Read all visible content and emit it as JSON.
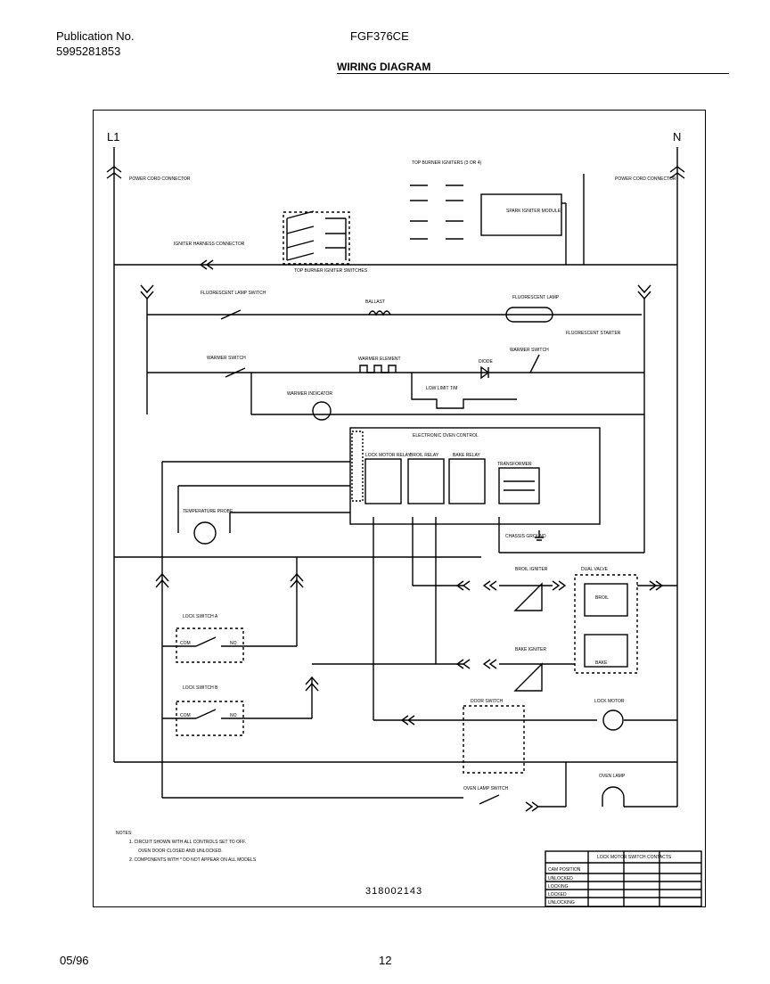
{
  "header": {
    "publication_label": "Publication No.",
    "publication_number": "5995281853",
    "model": "FGF376CE",
    "title": "WIRING DIAGRAM"
  },
  "diagram": {
    "terminals": {
      "line": "L1",
      "neutral": "N"
    },
    "labels": {
      "power_cord_connector_left": "POWER CORD CONNECTOR",
      "power_cord_connector_right": "POWER CORD CONNECTOR",
      "top_burner_igniters": "TOP BURNER IGNITERS (3 OR 4)",
      "spark_igniter_module": "SPARK IGNITER MODULE",
      "igniter_harness_connector": "IGNITER HARNESS CONNECTOR",
      "top_burner_igniter_switches": "TOP BURNER IGNITER SWITCHES",
      "fluorescent_lamp_switch": "FLUORESCENT LAMP SWITCH",
      "ballast": "BALLAST",
      "fluorescent_lamp": "FLUORESCENT LAMP",
      "fluorescent_starter": "FLUORESCENT STARTER",
      "warmer_switch": "WARMER SWITCH",
      "warmer_element": "WARMER ELEMENT",
      "diode": "DIODE",
      "warmer_switch_right": "WARMER SWITCH",
      "low_limit_tm": "LOW LIMIT T/M",
      "warmer_indicator": "WARMER INDICATOR",
      "electronic_oven_control": "ELECTRONIC OVEN CONTROL",
      "lock_motor_relay": "LOCK MOTOR RELAY",
      "broil_relay": "BROIL RELAY",
      "bake_relay": "BAKE RELAY",
      "transformer": "TRANSFORMER",
      "temperature_probe": "TEMPERATURE PROBE",
      "chassis_ground": "CHASSIS GROUND",
      "broil_igniter": "BROIL IGNITER",
      "dual_valve": "DUAL VALVE",
      "bake_igniter": "BAKE IGNITER",
      "lock_switch_a": "LOCK SWITCH A",
      "lock_switch_b": "LOCK SWITCH B",
      "door_switch": "DOOR SWITCH",
      "lock_motor": "LOCK MOTOR",
      "oven_lamp": "OVEN LAMP",
      "oven_lamp_switch": "OVEN LAMP SWITCH",
      "com": "COM",
      "no": "NO",
      "broil": "BROIL",
      "bake": "BAKE",
      "part_number": "318002143"
    },
    "notes": {
      "heading": "NOTES:",
      "items": [
        "1. CIRCUIT SHOWN WITH ALL CONTROLS SET TO OFF.",
        "OVEN DOOR CLOSED AND UNLOCKED.",
        "2. COMPONENTS WITH * DO NOT APPEAR ON ALL MODELS"
      ]
    },
    "lock_table": {
      "title": "LOCK MOTOR SWITCH CONTACTS",
      "col_header": "CAM POSITION",
      "rows": [
        "UNLOCKED",
        "LOCKING",
        "LOCKED",
        "UNLOCKING"
      ]
    }
  },
  "footer": {
    "date": "05/96",
    "page": "12"
  }
}
